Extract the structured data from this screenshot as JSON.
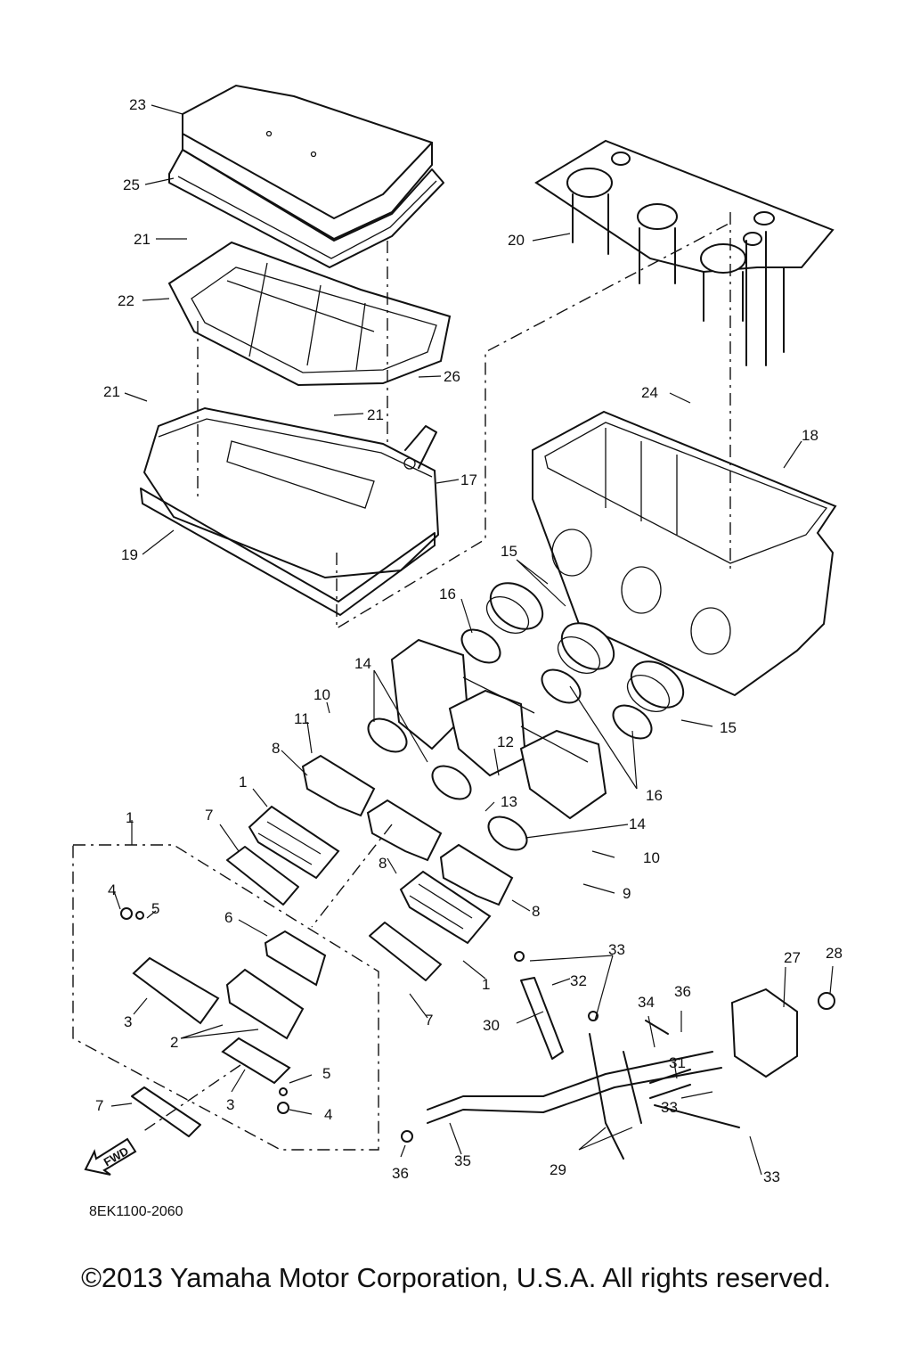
{
  "diagram": {
    "part_number": "8EK1100-2060",
    "fwd_label": "FWD",
    "callouts": [
      "23",
      "25",
      "21",
      "22",
      "21",
      "26",
      "21",
      "17",
      "19",
      "20",
      "24",
      "18",
      "15",
      "16",
      "15",
      "16",
      "14",
      "10",
      "11",
      "8",
      "1",
      "12",
      "13",
      "14",
      "10",
      "9",
      "8",
      "7",
      "8",
      "1",
      "1",
      "4",
      "5",
      "6",
      "3",
      "2",
      "3",
      "5",
      "4",
      "7",
      "7",
      "33",
      "32",
      "30",
      "34",
      "36",
      "27",
      "28",
      "31",
      "33",
      "29",
      "33",
      "36",
      "35"
    ]
  },
  "footer": {
    "copyright": "©2013 Yamaha Motor Corporation, U.S.A. All rights reserved."
  }
}
